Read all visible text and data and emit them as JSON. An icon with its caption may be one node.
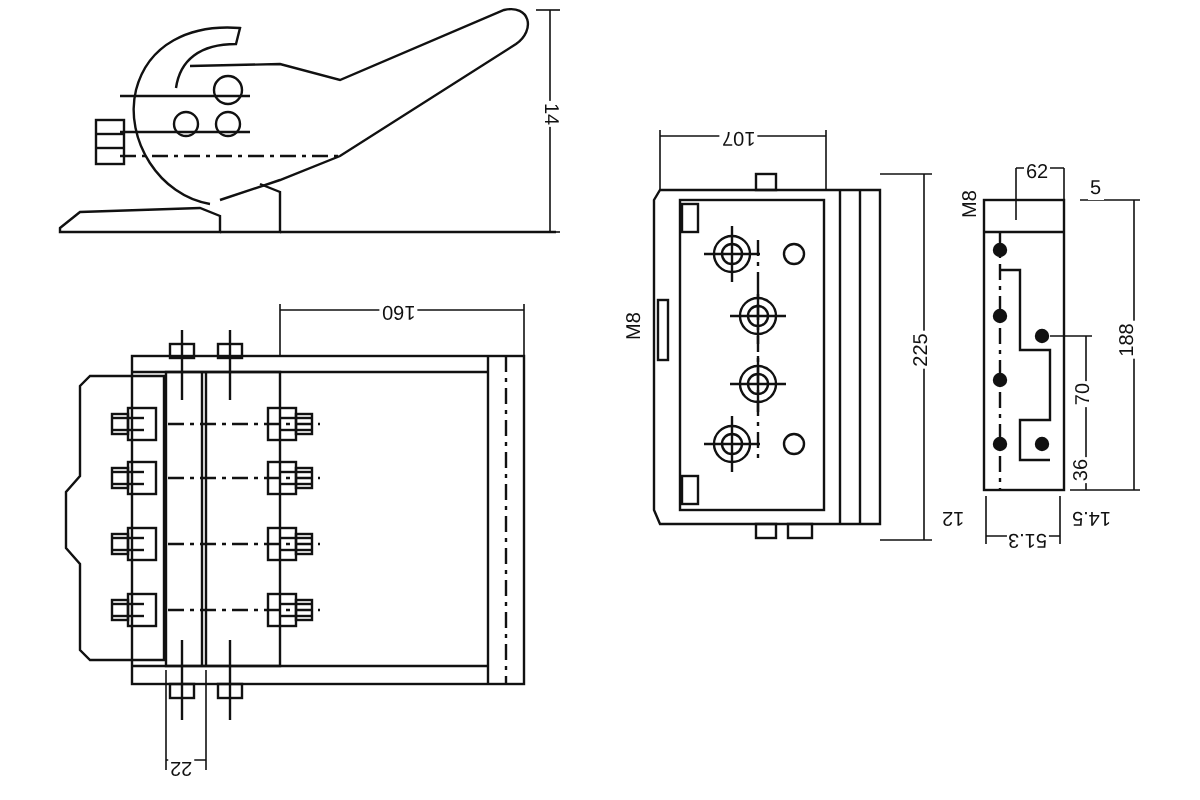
{
  "diagram": {
    "labels": [
      "14",
      "160",
      "22",
      "107",
      "M8",
      "225",
      "62",
      "5",
      "M8",
      "188",
      "70",
      "36",
      "12",
      "14.5",
      "51.3"
    ]
  }
}
